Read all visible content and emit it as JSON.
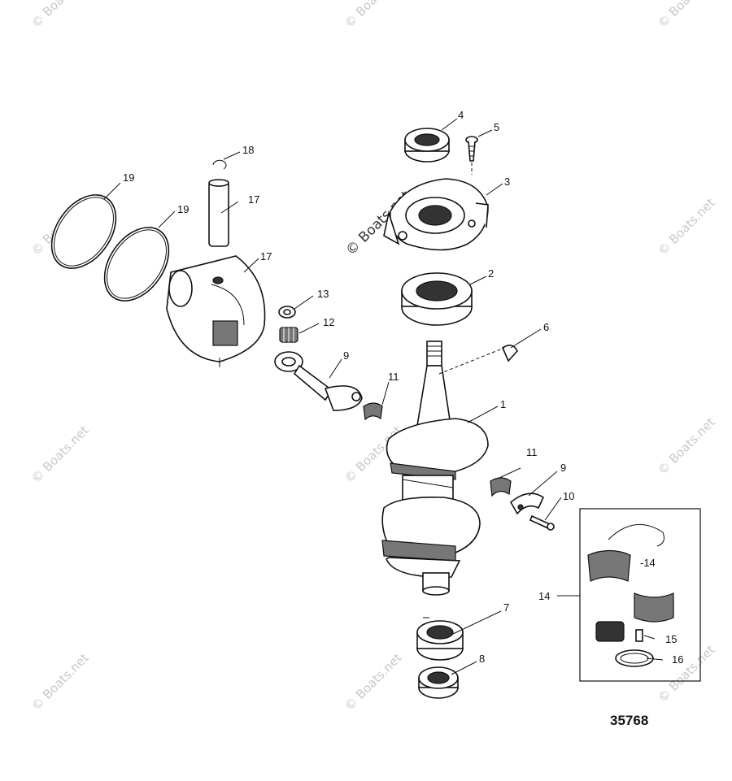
{
  "watermark": "© Boats.net",
  "figure_number": "35768",
  "callouts": [
    "1",
    "2",
    "3",
    "4",
    "5",
    "6",
    "7",
    "8",
    "9",
    "9",
    "10",
    "11",
    "11",
    "12",
    "13",
    "14",
    "-14",
    "15",
    "16",
    "17",
    "17",
    "18",
    "19",
    "19"
  ]
}
